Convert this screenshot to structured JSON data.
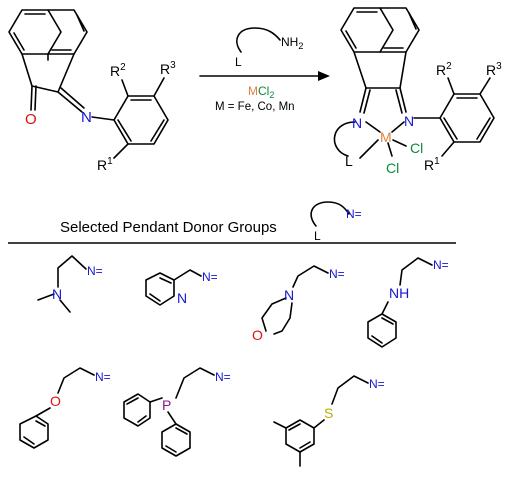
{
  "colors": {
    "black": "#000000",
    "blue": "#1515d6",
    "red": "#e01010",
    "green": "#0a8a3c",
    "orange": "#e08040",
    "purple": "#8a1a8a",
    "yellow": "#b8b000"
  },
  "reaction": {
    "reagent_ligand": "L",
    "reagent_amine": "NH",
    "reagent_amine_sub": "2",
    "metal_salt_m": "M",
    "metal_salt_cl": "Cl",
    "metal_salt_sub": "2",
    "metal_list": "M = Fe, Co, Mn"
  },
  "reactant": {
    "oxygen": "O",
    "nitrogen": "N",
    "r1": "R",
    "r1_sup": "1",
    "r2": "R",
    "r2_sup": "2",
    "r3": "R",
    "r3_sup": "3"
  },
  "product": {
    "n_left": "N",
    "n_right": "N",
    "metal": "M",
    "cl_a": "Cl",
    "cl_b": "Cl",
    "ligand": "L",
    "r1": "R",
    "r1_sup": "1",
    "r2": "R",
    "r2_sup": "2",
    "r3": "R",
    "r3_sup": "3"
  },
  "section": {
    "title": "Selected Pendant Donor Groups",
    "legend_ligand": "L",
    "legend_imine": "N="
  },
  "groups": {
    "imine_label": "N=",
    "dimethylamino": {
      "n": "N"
    },
    "pyridyl": {
      "n": "N"
    },
    "morpholino": {
      "n": "N",
      "o": "O"
    },
    "anilino": {
      "nh": "NH"
    },
    "phenoxy": {
      "o": "O"
    },
    "phosphino": {
      "p": "P"
    },
    "thioether": {
      "s": "S"
    }
  }
}
